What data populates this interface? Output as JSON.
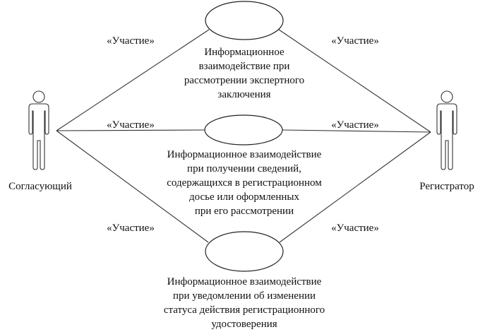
{
  "actors": {
    "left": "Согласующий",
    "right": "Регистратор"
  },
  "stereotype": "«Участие»",
  "use_cases": [
    {
      "lines": [
        "Информационное",
        "взаимодействие при",
        "рассмотрении экспертного",
        "заключения"
      ]
    },
    {
      "lines": [
        "Информационное взаимодействие",
        "при получении сведений,",
        "содержащихся в регистрационном",
        "досье или оформленных",
        "при его рассмотрении"
      ]
    },
    {
      "lines": [
        "Информационное взаимодействие",
        "при уведомлении об изменении",
        "статуса действия регистрационного",
        "удостоверения"
      ]
    }
  ]
}
